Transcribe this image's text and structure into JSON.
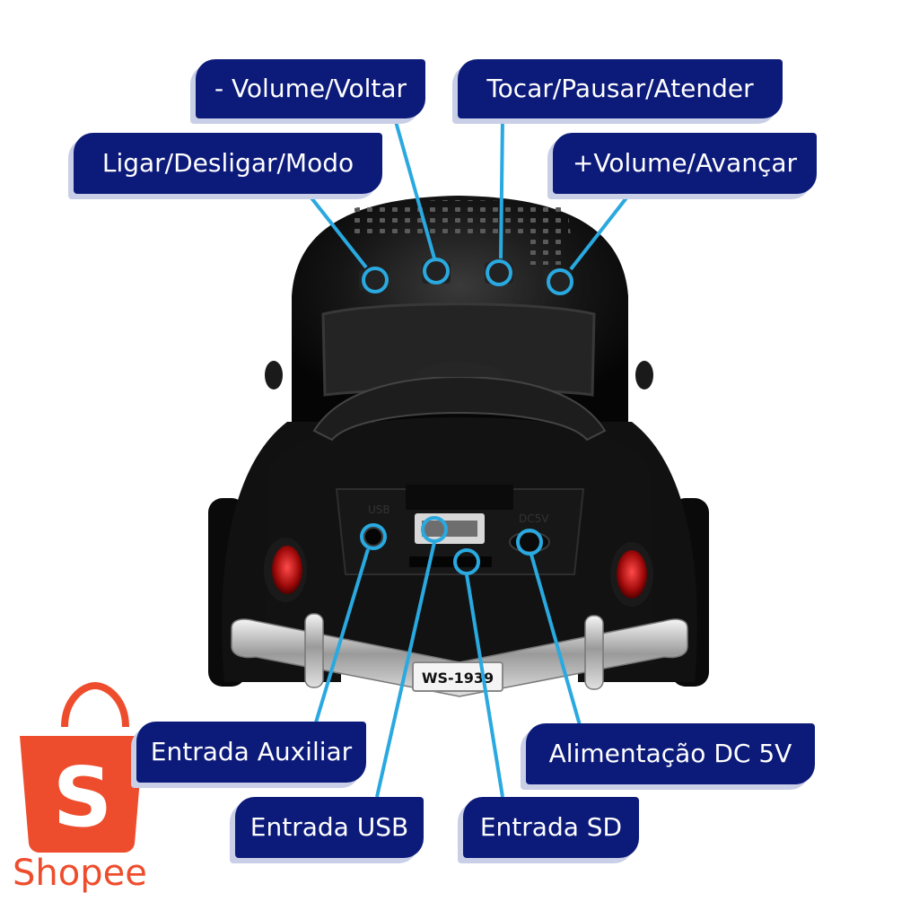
{
  "labels": {
    "volume_minus": "- Volume/Voltar",
    "play_pause": "Tocar/Pausar/Atender",
    "power_mode": "Ligar/Desligar/Modo",
    "volume_plus": "+Volume/Avançar",
    "aux_input": "Entrada Auxiliar",
    "power_dc": "Alimentação DC 5V",
    "usb_input": "Entrada USB",
    "sd_input": "Entrada SD"
  },
  "car": {
    "model_plate": "WS-1939",
    "port_mark_usb": "USB",
    "port_mark_dc": "DC5V"
  },
  "brand": {
    "name": "Shopee",
    "logo_letter": "S"
  },
  "colors": {
    "label_bg": "#0c1a7a",
    "callout_line": "#29a9e0",
    "brand_orange": "#ee4d2d"
  }
}
